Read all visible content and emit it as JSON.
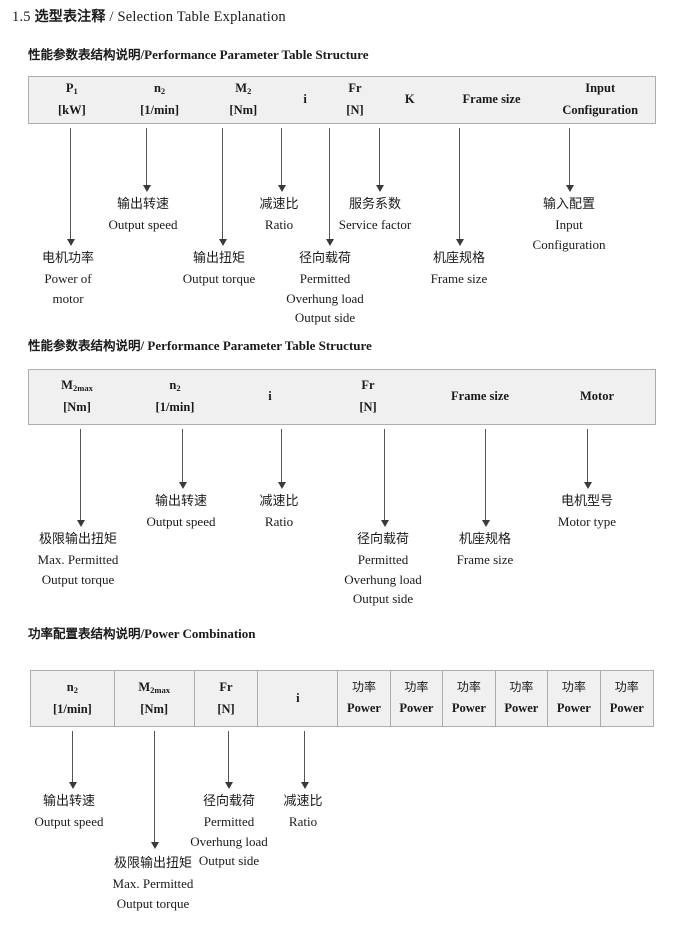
{
  "page": {
    "section_number": "1.5",
    "title_cn": "选型表注释",
    "title_sep": "/",
    "title_en": "Selection Table Explanation"
  },
  "sections": [
    {
      "heading_cn": "性能参数表结构说明",
      "heading_sep": "/",
      "heading_en": "Performance Parameter Table Structure",
      "table": {
        "ruled": false,
        "columns": [
          {
            "symbol": "P",
            "sub": "1",
            "unit": "[kW]"
          },
          {
            "symbol": "n",
            "sub": "2",
            "unit": "[1/min]"
          },
          {
            "symbol": "M",
            "sub": "2",
            "unit": "[Nm]"
          },
          {
            "symbol": "i",
            "sub": "",
            "unit": ""
          },
          {
            "symbol": "Fr",
            "sub": "",
            "unit": "[N]"
          },
          {
            "symbol": "K",
            "sub": "",
            "unit": ""
          },
          {
            "symbol": "Frame size",
            "sub": "",
            "unit": ""
          },
          {
            "symbol": "Input",
            "sub": "",
            "unit": "Configuration"
          }
        ]
      },
      "notes": [
        {
          "cn": "电机功率",
          "en": [
            "Power of",
            "motor"
          ]
        },
        {
          "cn": "输出转速",
          "en": [
            "Output speed"
          ]
        },
        {
          "cn": "输出扭矩",
          "en": [
            "Output torque"
          ]
        },
        {
          "cn": "减速比",
          "en": [
            "Ratio"
          ]
        },
        {
          "cn": "径向载荷",
          "en": [
            "Permitted",
            "Overhung load",
            "Output side"
          ]
        },
        {
          "cn": "服务系数",
          "en": [
            "Service factor"
          ]
        },
        {
          "cn": "机座规格",
          "en": [
            "Frame size"
          ]
        },
        {
          "cn": "输入配置",
          "en": [
            "Input",
            "Configuration"
          ]
        }
      ]
    },
    {
      "heading_cn": "性能参数表结构说明",
      "heading_sep": "/",
      "heading_en": "Performance Parameter Table Structure",
      "table": {
        "ruled": false,
        "columns": [
          {
            "symbol": "M",
            "sub": "2max",
            "unit": "[Nm]"
          },
          {
            "symbol": "n",
            "sub": "2",
            "unit": "[1/min]"
          },
          {
            "symbol": "i",
            "sub": "",
            "unit": ""
          },
          {
            "symbol": "Fr",
            "sub": "",
            "unit": "[N]"
          },
          {
            "symbol": "Frame size",
            "sub": "",
            "unit": ""
          },
          {
            "symbol": "Motor",
            "sub": "",
            "unit": ""
          }
        ]
      },
      "notes": [
        {
          "cn": "极限输出扭矩",
          "en": [
            "Max. Permitted",
            "Output  torque"
          ]
        },
        {
          "cn": "输出转速",
          "en": [
            "Output speed"
          ]
        },
        {
          "cn": "减速比",
          "en": [
            "Ratio"
          ]
        },
        {
          "cn": "径向载荷",
          "en": [
            "Permitted",
            "Overhung load",
            "Output side"
          ]
        },
        {
          "cn": "机座规格",
          "en": [
            "Frame size"
          ]
        },
        {
          "cn": "电机型号",
          "en": [
            "Motor type"
          ]
        }
      ]
    },
    {
      "heading_cn": "功率配置表结构说明",
      "heading_sep": "/",
      "heading_en": "Power Combination",
      "table": {
        "ruled": true,
        "columns": [
          {
            "symbol": "n",
            "sub": "2",
            "unit": "[1/min]"
          },
          {
            "symbol": "M",
            "sub": "2max",
            "unit": "[Nm]"
          },
          {
            "symbol": "Fr",
            "sub": "",
            "unit": "[N]"
          },
          {
            "symbol": "i",
            "sub": "",
            "unit": ""
          },
          {
            "symbol_cn": "功率",
            "symbol": "",
            "sub": "",
            "unit": "Power"
          },
          {
            "symbol_cn": "功率",
            "symbol": "",
            "sub": "",
            "unit": "Power"
          },
          {
            "symbol_cn": "功率",
            "symbol": "",
            "sub": "",
            "unit": "Power"
          },
          {
            "symbol_cn": "功率",
            "symbol": "",
            "sub": "",
            "unit": "Power"
          },
          {
            "symbol_cn": "功率",
            "symbol": "",
            "sub": "",
            "unit": "Power"
          },
          {
            "symbol_cn": "功率",
            "symbol": "",
            "sub": "",
            "unit": "Power"
          }
        ]
      },
      "notes": [
        {
          "cn": "输出转速",
          "en": [
            "Output speed"
          ]
        },
        {
          "cn": "极限输出扭矩",
          "en": [
            "Max. Permitted",
            "Output  torque"
          ]
        },
        {
          "cn": "径向载荷",
          "en": [
            "Permitted",
            "Overhung load",
            "Output side"
          ]
        },
        {
          "cn": "减速比",
          "en": [
            "Ratio"
          ]
        }
      ]
    }
  ],
  "colors": {
    "table_fill": "#f0f0f0",
    "table_border": "#adadad",
    "text": "#1a1a1a",
    "arrow": "#3a3a3a"
  }
}
